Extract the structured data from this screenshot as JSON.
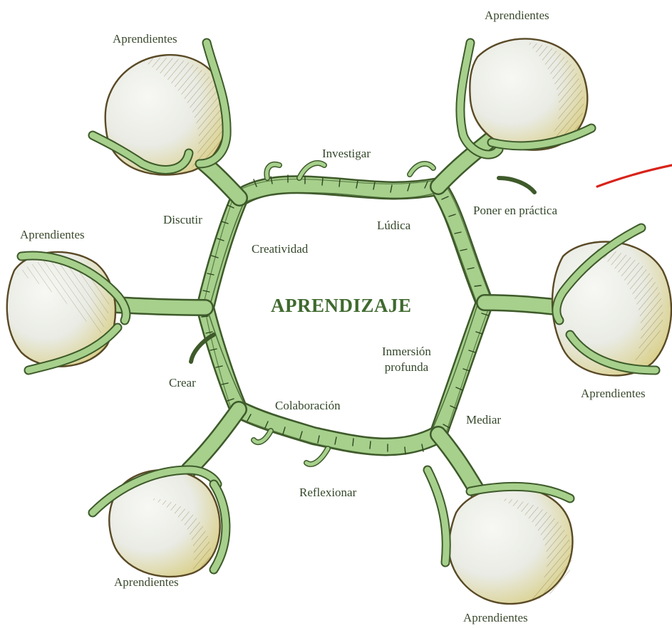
{
  "center_title": "APRENDIZAJE",
  "pods": [
    {
      "id": "top-left",
      "label": "Aprendientes"
    },
    {
      "id": "top-right",
      "label": "Aprendientes"
    },
    {
      "id": "left",
      "label": "Aprendientes"
    },
    {
      "id": "right",
      "label": "Aprendientes"
    },
    {
      "id": "bottom-left",
      "label": "Aprendientes"
    },
    {
      "id": "bottom-right",
      "label": "Aprendientes"
    }
  ],
  "actions": {
    "investigar": "Investigar",
    "ludica": "Lúdica",
    "poner_en_practica": "Poner en práctica",
    "discutir": "Discutir",
    "creatividad": "Creatividad",
    "crear": "Crear",
    "colaboracion": "Colaboración",
    "inmersion_line1": "Inmersión",
    "inmersion_line2": "profunda",
    "mediar": "Mediar",
    "reflexionar": "Reflexionar"
  },
  "colors": {
    "stem_fill": "#a6d08c",
    "stem_stroke": "#3e5a2a",
    "pod_fill": "#eef0ea",
    "pod_shade": "#c9b84a",
    "pod_outline": "#5a4a26",
    "accent_stroke": "#d8231a",
    "title_color": "#3f6a2e"
  }
}
